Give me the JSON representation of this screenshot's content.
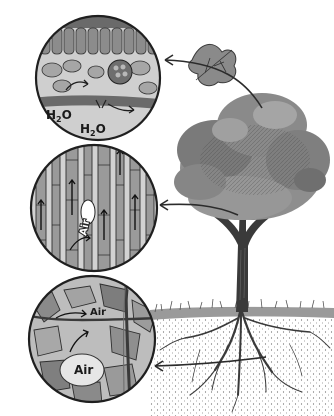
{
  "labels": {
    "leaf_water_1": "H",
    "leaf_water_1_sub": "2",
    "leaf_water_1_tail": "O",
    "leaf_water_2": "H",
    "leaf_water_2_sub": "2",
    "leaf_water_2_tail": "O",
    "stem_air": "Air",
    "root_air_top": "Air",
    "root_air_bottom": "Air"
  },
  "colors": {
    "line": "#2b2b2b",
    "fill_light": "#d9d9d9",
    "fill_mid": "#9e9e9e",
    "fill_dark": "#5a5a5a",
    "foliage": "#7d7d7d"
  }
}
